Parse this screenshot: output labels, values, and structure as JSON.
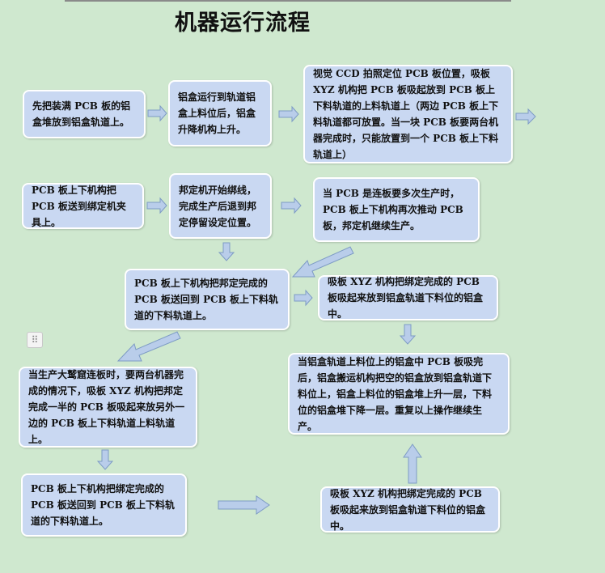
{
  "title": "机器运行流程",
  "steps": [
    "先把装满 PCB 板的铝盒堆放到铝盒轨道上。",
    "铝盒运行到轨道铝盒上料位后，铝盒升降机构上升。",
    "视觉 CCD 拍照定位 PCB 板位置，吸板 XYZ 机构把 PCB 板吸起放到 PCB 板上下料轨道的上料轨道上（两边 PCB 板上下料轨道都可放置。当一块 PCB 板要两台机器完成时，只能放置到一个 PCB 板上下料轨道上）",
    "PCB 板上下机构把 PCB 板送到绑定机夹具上。",
    "邦定机开始绑线，完成生产后退到邦定停留设定位置。",
    "当 PCB 是连板要多次生产时，PCB 板上下机构再次推动 PCB 板，邦定机继续生产。",
    "PCB 板上下机构把邦定完成的 PCB 板送回到 PCB 板上下料轨道的下料轨道上。",
    "吸板 XYZ 机构把绑定完成的 PCB 板吸起来放到铝盒轨道下料位的铝盒中。",
    "当生产大鹫窟连板时，要两台机器完成的情况下，吸板 XYZ 机构把邦定完成一半的 PCB 板吸起来放另外一边的 PCB 板上下料轨道上料轨道上。",
    "当铝盒轨道上料位上的铝盒中 PCB 板吸完后，铝盒搬运机构把空的铝盒放到铝盒轨道下料位上，铝盒上料位的铝盒堆上升一层，下料位的铝盒堆下降一层。重复以上操作继续生产。",
    "PCB 板上下机构把绑定完成的 PCB 板送回到 PCB 板上下料轨道的下料轨道上。",
    "吸板 XYZ 机构把绑定完成的 PCB 板吸起来放到铝盒轨道下料位的铝盒中。"
  ],
  "handle_icon": "drag-handle-icon",
  "colors": {
    "background": "#cfe8cf",
    "box_fill": "#c9d8f2",
    "box_border": "#ffffff",
    "arrow_fill": "#b9cdea",
    "arrow_stroke": "#7d9bc4"
  }
}
